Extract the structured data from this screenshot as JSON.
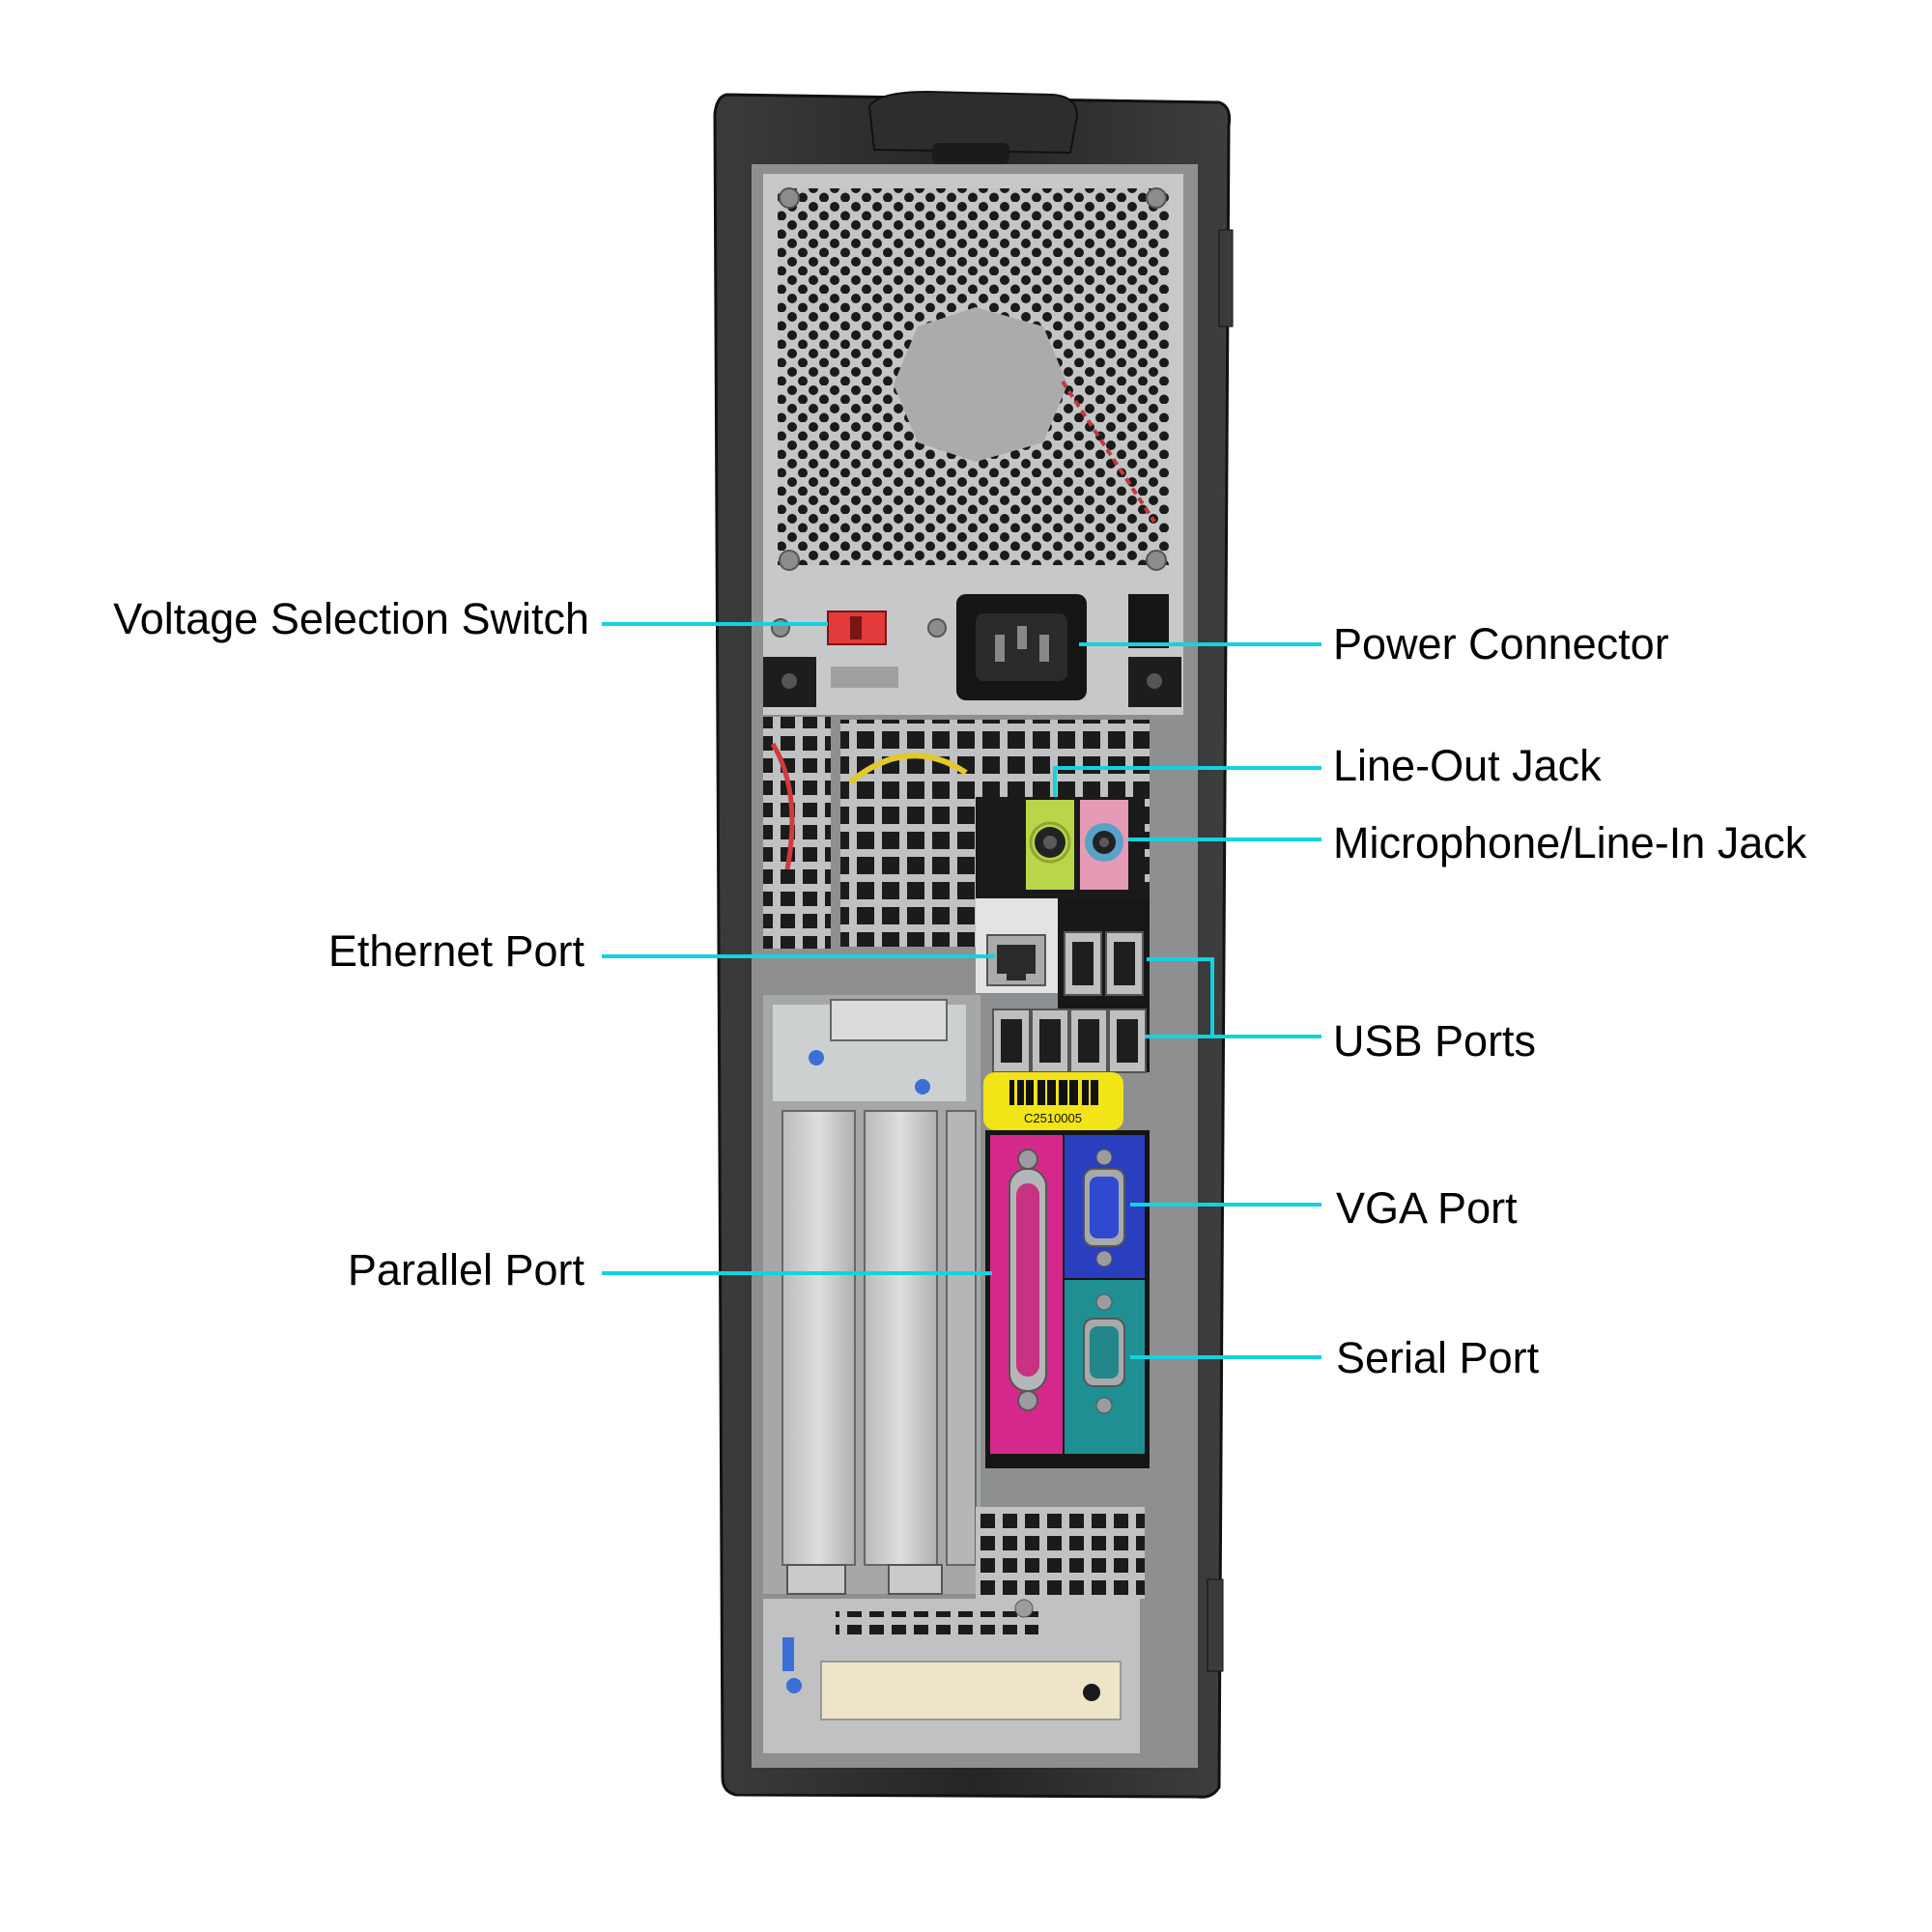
{
  "labels": {
    "voltage_switch": "Voltage Selection Switch",
    "ethernet_port": "Ethernet Port",
    "parallel_port": "Parallel Port",
    "power_connector": "Power Connector",
    "line_out_jack": "Line-Out Jack",
    "mic_line_in_jack": "Microphone/Line-In Jack",
    "usb_ports": "USB Ports",
    "vga_port": "VGA Port",
    "serial_port": "Serial Port"
  },
  "asset_tag": "C2510005",
  "colors": {
    "leader_line": "#12d3de",
    "case": "#2a2b2d",
    "panel": "#c9cbcc",
    "line_out": "#b9d64a",
    "microphone": "#e59ab5",
    "vga_block": "#2a3fbf",
    "serial_block": "#1f8f94",
    "parallel_block": "#d4288c",
    "voltage_switch": "#e23a3a",
    "asset_tag_bg": "#f1e417"
  }
}
